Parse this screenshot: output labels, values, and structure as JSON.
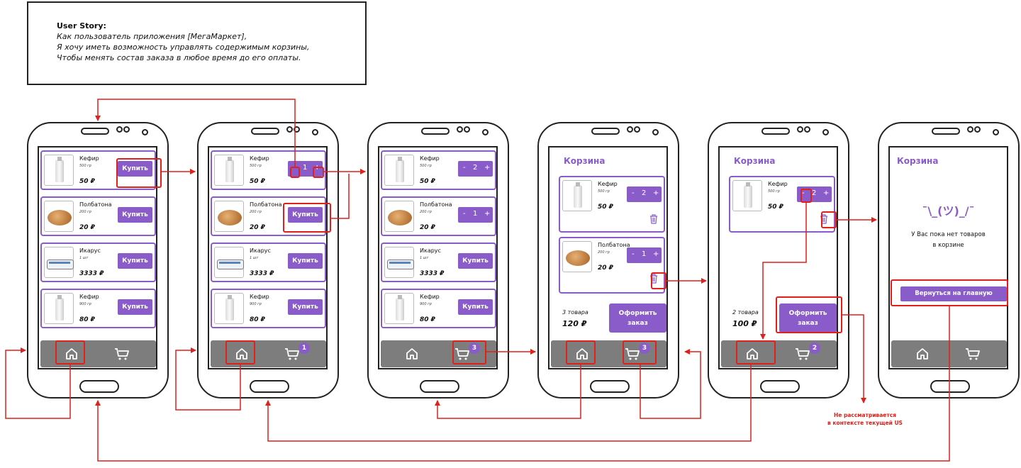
{
  "story": {
    "title": "User Story:",
    "lines": [
      "Как пользователь приложения [МегаМаркет],",
      "Я хочу иметь возможность управлять содержимым корзины,",
      "Чтобы менять состав заказа в любое время до его оплаты."
    ]
  },
  "products": [
    {
      "name": "Кефир",
      "weight": "500 гр",
      "price": "50 ₽",
      "image": "milk-bottle"
    },
    {
      "name": "Полбатона",
      "weight": "200 гр",
      "price": "20 ₽",
      "image": "bread"
    },
    {
      "name": "Икарус",
      "weight": "1 шт",
      "price": "3333 ₽",
      "image": "bus"
    },
    {
      "name": "Кефир",
      "weight": "900 гр",
      "price": "80 ₽",
      "image": "milk-bottle"
    }
  ],
  "buttons": {
    "buy": "Купить",
    "minus": "-",
    "plus": "+",
    "order_l1": "Оформить",
    "order_l2": "заказ",
    "back_home": "Вернуться на главную"
  },
  "qty": {
    "s2_kefir": "1",
    "s3_kefir": "2",
    "s3_bread": "1",
    "s4_kefir": "2",
    "s4_bread": "1",
    "s5_kefir": "2"
  },
  "badges": {
    "s2": "1",
    "s3": "3",
    "s4": "3",
    "s5": "2"
  },
  "cart": {
    "title": "Корзина",
    "s4_count": "3 товара",
    "s4_total": "120 ₽",
    "s5_count": "2 товара",
    "s5_total": "100 ₽",
    "shrug": "¯\\_(ツ)_/¯",
    "empty_l1": "У Вас пока нет товаров",
    "empty_l2": "в корзине"
  },
  "note": {
    "l1": "Не рассматривается",
    "l2": "в контексте текущей US"
  },
  "colors": {
    "accent": "#8A5CC9",
    "arrow": "#e0201a",
    "nav": "#7d7d7d"
  },
  "icons": [
    "home-icon",
    "cart-icon",
    "trash-icon",
    "milk-bottle-icon",
    "bread-icon",
    "bus-icon"
  ]
}
